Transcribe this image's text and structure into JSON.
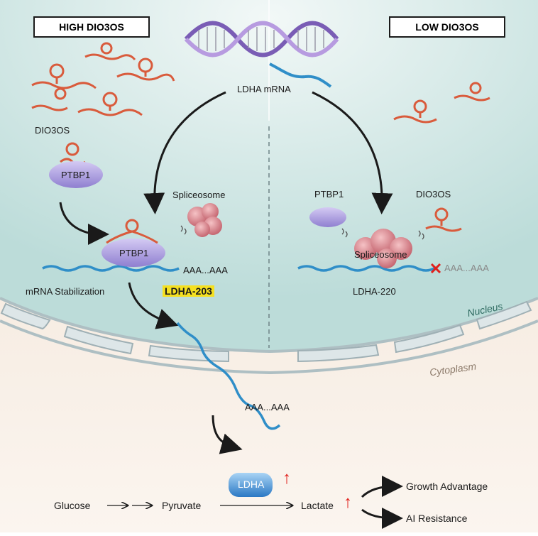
{
  "conditions": {
    "high": "HIGH DIO3OS",
    "low": "LOW DIO3OS"
  },
  "labels": {
    "ldha_mrna": "LDHA mRNA",
    "dio3os_left": "DIO3OS",
    "dio3os_right": "DIO3OS",
    "ptbp1_free_left": "PTBP1",
    "ptbp1_bound": "PTBP1",
    "ptbp1_right": "PTBP1",
    "spliceosome_left": "Spliceosome",
    "spliceosome_right": "Spliceosome",
    "polya_left": "AAA...AAA",
    "polya_right": "AAA...AAA",
    "polya_cyto": "AAA...AAA",
    "mrna_stabilization": "mRNA Stabilization",
    "isoform_203": "LDHA-203",
    "isoform_220": "LDHA-220",
    "nucleus": "Nucleus",
    "cytoplasm": "Cytoplasm",
    "ldha_protein": "LDHA",
    "up_arrow": "↑"
  },
  "pathway": {
    "glucose": "Glucose",
    "pyruvate": "Pyruvate",
    "lactate": "Lactate",
    "growth": "Growth Advantage",
    "resistance": "AI Resistance"
  },
  "colors": {
    "nucleus_bg": "#cfe6e4",
    "cyto_bg": "#f6ebe0",
    "membrane": "#c2cfd2",
    "rna": "#d95b3c",
    "mrna": "#2f8ec8",
    "ptbp1": "#a99ae0",
    "spliceosome": "#d9848e",
    "ldha": "#3a8fd8",
    "up_red": "#e0201c",
    "highlight": "#f5e020"
  }
}
